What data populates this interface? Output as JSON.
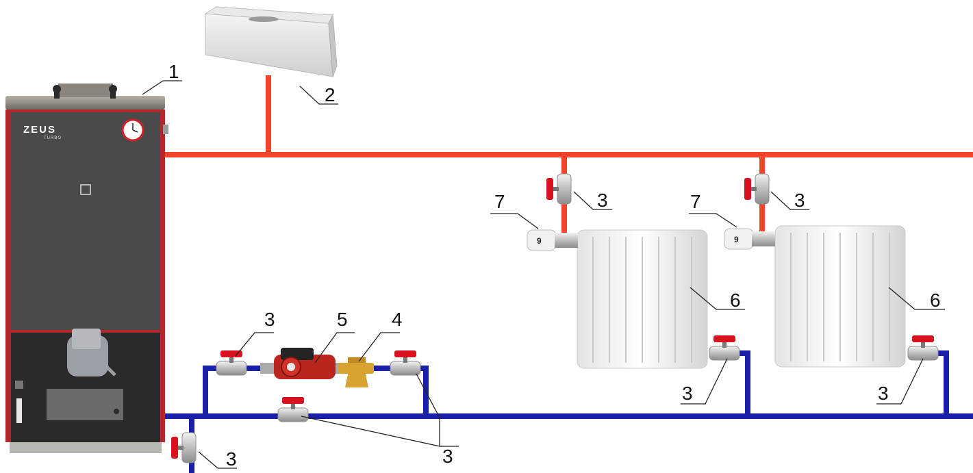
{
  "boiler": {
    "brand": "ZEUS",
    "model": "TURBO"
  },
  "thermostat_dial_value": "9",
  "callouts": {
    "boiler": "1",
    "expansion_tank": "2",
    "valve": "3",
    "filter": "4",
    "pump": "5",
    "radiator": "6",
    "thermostatic_head": "7"
  },
  "colors": {
    "supply_pipe": "#f0452a",
    "return_pipe": "#1a1fa8",
    "valve_handle": "#d8121e",
    "boiler_body": "#4a4a4a",
    "boiler_frame": "#b3262a",
    "pump_body": "#b8261e",
    "filter_body": "#d8a233"
  }
}
